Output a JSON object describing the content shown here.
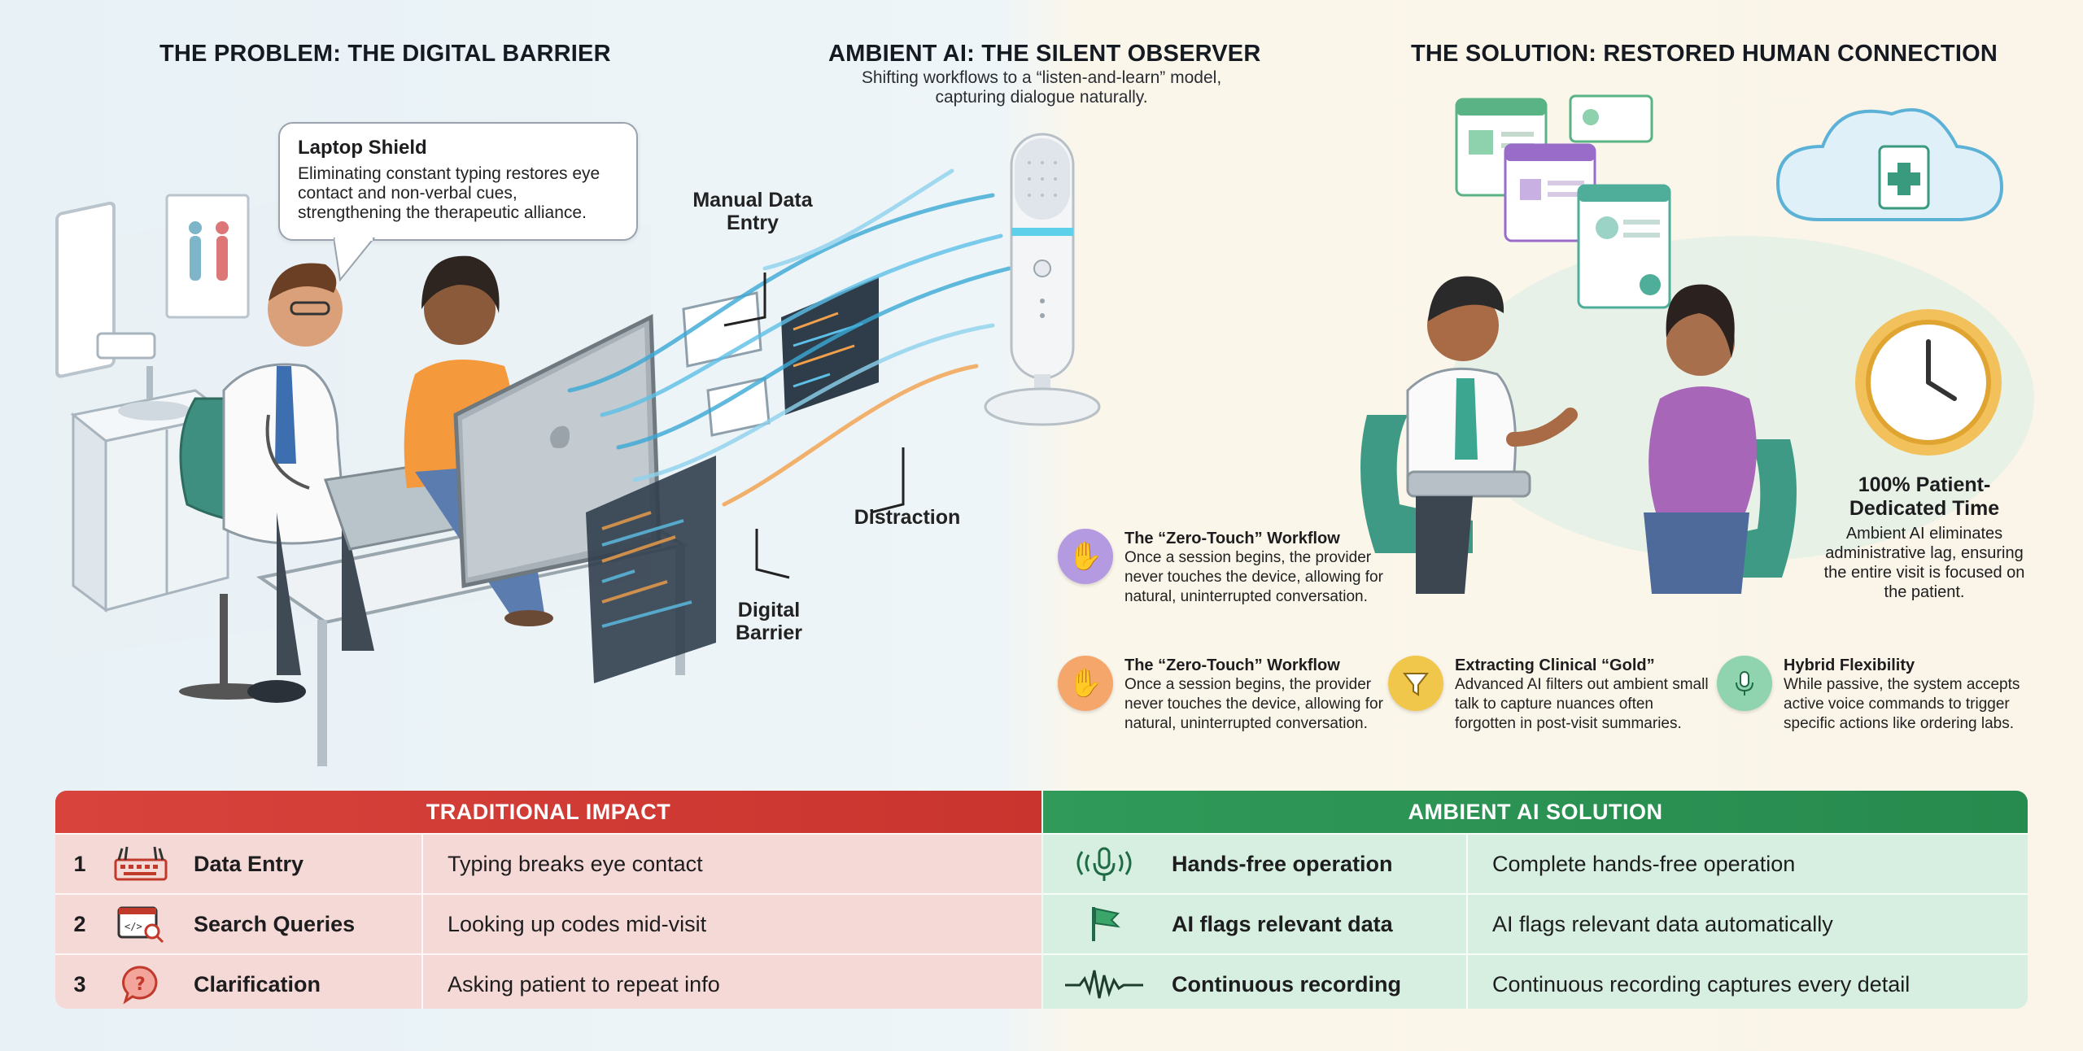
{
  "left": {
    "heading": "THE PROBLEM: THE DIGITAL BARRIER",
    "bubble": {
      "title": "Laptop Shield",
      "body": "Eliminating constant typing restores eye contact and non-verbal cues, strengthening the therapeutic alliance."
    },
    "callouts": {
      "manual_entry": "Manual Data Entry",
      "distraction": "Distraction",
      "digital_barrier": "Digital Barrier"
    }
  },
  "center": {
    "heading": "AMBIENT AI: THE SILENT OBSERVER",
    "subheading": "Shifting workflows to a “listen-and-learn” model, capturing dialogue naturally."
  },
  "right": {
    "heading": "THE SOLUTION: RESTORED HUMAN CONNECTION",
    "time": {
      "title": "100% Patient-Dedicated Time",
      "body": "Ambient AI eliminates administrative lag, ensuring the entire visit is focused on the patient."
    },
    "features": [
      {
        "icon": "hand-wave-icon",
        "title": "The “Zero-Touch” Workflow",
        "body": "Once a session begins, the provider never touches the device, allowing for natural, uninterrupted conversation."
      },
      {
        "icon": "raised-hand-icon",
        "title": "The “Zero-Touch” Workflow",
        "body": "Once a session begins, the provider never touches the device, allowing for natural, uninterrupted conversation."
      },
      {
        "icon": "funnel-icon",
        "title": "Extracting Clinical “Gold”",
        "body": "Advanced AI filters out ambient small talk to capture nuances often forgotten in post-visit summaries."
      },
      {
        "icon": "microphone-icon",
        "title": "Hybrid Flexibility",
        "body": "While passive, the system accepts active voice commands to trigger specific actions like ordering labs."
      }
    ]
  },
  "table": {
    "left_header": "TRADITIONAL IMPACT",
    "right_header": "AMBIENT AI SOLUTION",
    "left_rows": [
      {
        "num": "1",
        "icon": "typing-hands-icon",
        "label": "Data Entry",
        "desc": "Typing breaks eye contact"
      },
      {
        "num": "2",
        "icon": "code-search-icon",
        "label": "Search Queries",
        "desc": "Looking up codes mid-visit"
      },
      {
        "num": "3",
        "icon": "question-bubble-icon",
        "label": "Clarification",
        "desc": "Asking patient to repeat info"
      }
    ],
    "right_rows": [
      {
        "icon": "microphone-waves-icon",
        "label": "Hands-free operation",
        "desc": "Complete hands-free operation"
      },
      {
        "icon": "flag-icon",
        "label": "AI flags relevant data",
        "desc": "AI flags relevant data automatically"
      },
      {
        "icon": "waveform-icon",
        "label": "Continuous recording",
        "desc": "Continuous recording captures every detail"
      }
    ]
  },
  "colors": {
    "problem_red": "#d8443c",
    "solution_green": "#2f9a59",
    "ai_blue": "#3aa9d6",
    "gold": "#e0a530"
  }
}
